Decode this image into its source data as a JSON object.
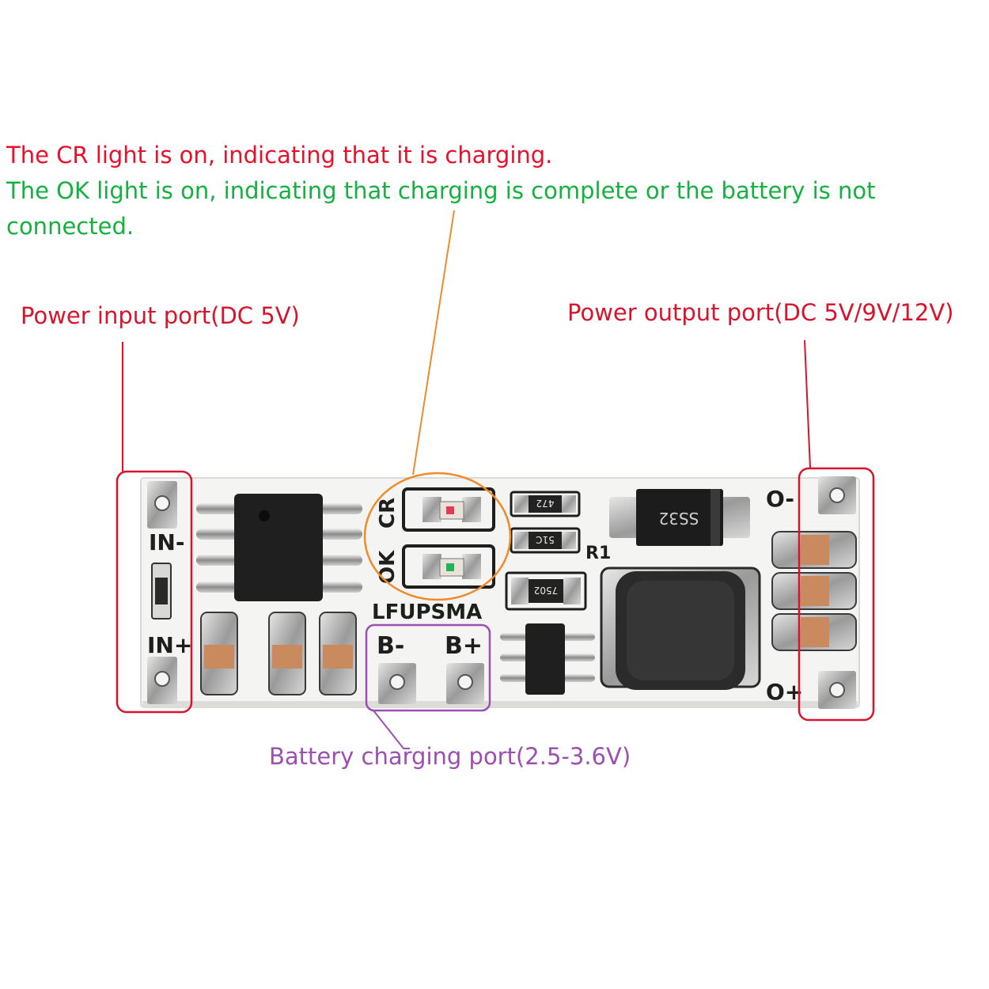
{
  "annotations": {
    "cr_note": "The CR light is on, indicating that it is charging.",
    "ok_note_line1": "The OK light is on, indicating that charging is complete or the battery is not",
    "ok_note_line2": "connected.",
    "input_port": "Power input port(DC 5V)",
    "output_port": "Power output port(DC 5V/9V/12V)",
    "battery_port": "Battery charging port(2.5-3.6V)"
  },
  "board": {
    "label_in_minus": "IN-",
    "label_in_plus": "IN+",
    "label_cr": "CR",
    "label_ok": "OK",
    "label_model": "LFUPSMA",
    "label_b_minus": "B-",
    "label_b_plus": "B+",
    "label_r1": "R1",
    "label_o_minus": "O-",
    "label_o_plus": "O+",
    "resistor_top": "472",
    "resistor_mid": "51C",
    "resistor_bottom": "7502",
    "diode_marking": "SS32"
  },
  "colors": {
    "cr_note": "#e8102a",
    "ok_note": "#14b040",
    "input_port": "#d6152c",
    "output_port": "#d6152c",
    "battery_port": "#9b4fb0",
    "led_callout": "#f08a2a",
    "pcb": "#f4f4f2",
    "silkscreen": "#1e1e1e"
  }
}
